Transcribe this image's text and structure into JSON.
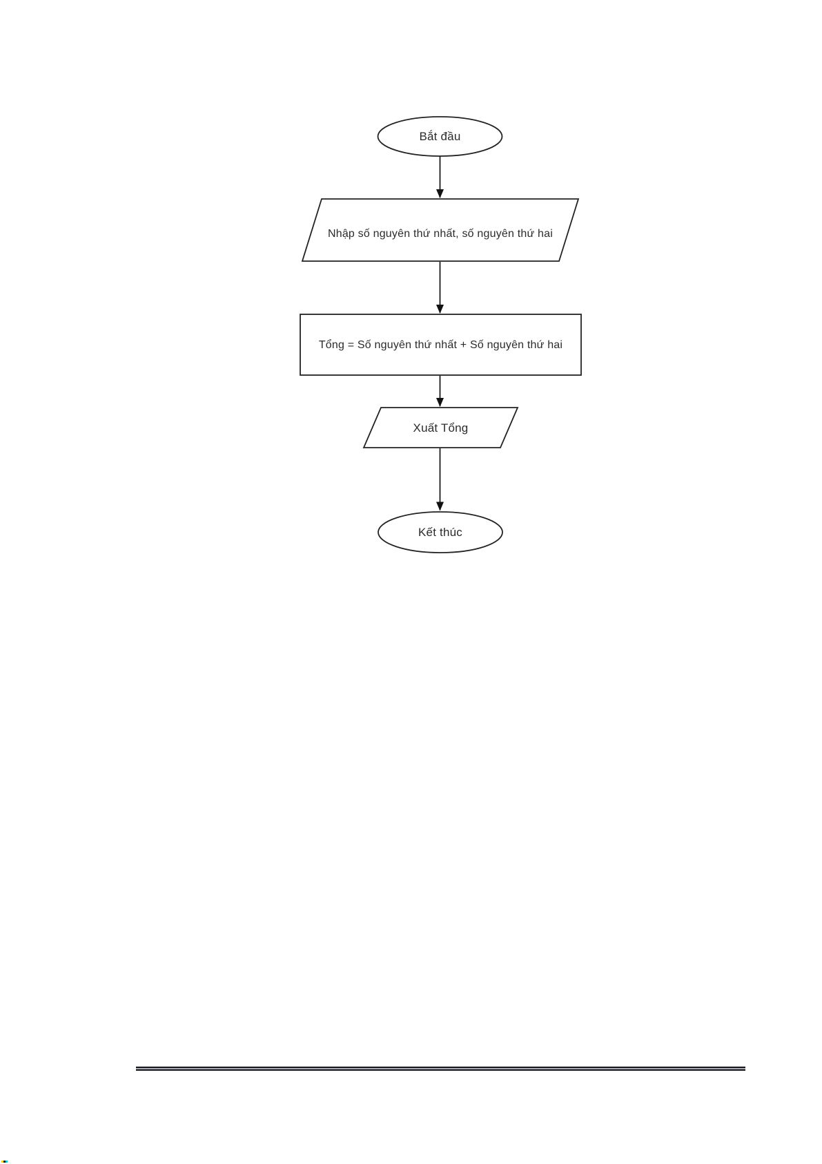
{
  "page": {
    "background_color": "#ffffff",
    "footer_divider_present": true
  },
  "colors": {
    "shape_stroke": "#222222",
    "shape_fill": "#ffffff",
    "label_text": "#2b2b2b",
    "arrow": "#111111",
    "divider_dark": "#16161d",
    "divider_light": "#a9a9b2",
    "artifact_colors": [
      "#f2dc00",
      "#101010",
      "#00c5d6"
    ]
  },
  "flowchart": {
    "nodes": [
      {
        "id": "start",
        "shape": "terminator-ellipse",
        "label": "Bắt đầu"
      },
      {
        "id": "input",
        "shape": "io-parallelogram",
        "label": "Nhập số nguyên thứ nhất, số nguyên thứ hai"
      },
      {
        "id": "process",
        "shape": "process-rectangle",
        "label": "Tổng = Số nguyên thứ nhất + Số nguyên thứ hai"
      },
      {
        "id": "output",
        "shape": "io-parallelogram",
        "label": "Xuất Tổng"
      },
      {
        "id": "end",
        "shape": "terminator-ellipse",
        "label": "Kết thúc"
      }
    ],
    "edges": [
      {
        "from": "start",
        "to": "input"
      },
      {
        "from": "input",
        "to": "process"
      },
      {
        "from": "process",
        "to": "output"
      },
      {
        "from": "output",
        "to": "end"
      }
    ]
  }
}
